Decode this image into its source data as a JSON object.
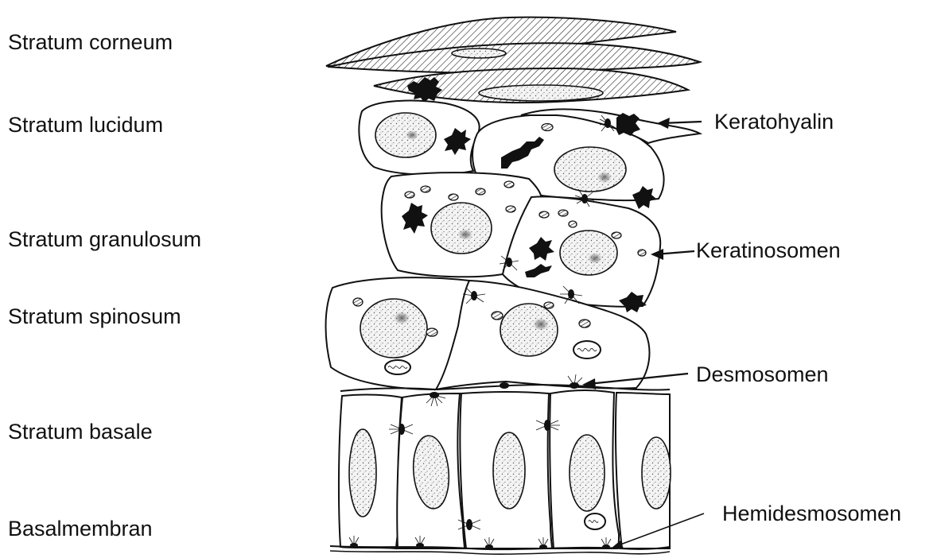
{
  "layers": [
    {
      "label": "Stratum corneum"
    },
    {
      "label": "Stratum lucidum"
    },
    {
      "label": "Stratum granulosum"
    },
    {
      "label": "Stratum spinosum"
    },
    {
      "label": "Stratum basale"
    },
    {
      "label": "Basalmembran"
    }
  ],
  "structures": [
    {
      "label": "Keratohyalin"
    },
    {
      "label": "Keratinosomen"
    },
    {
      "label": "Desmosomen"
    },
    {
      "label": "Hemidesmosomen"
    }
  ]
}
